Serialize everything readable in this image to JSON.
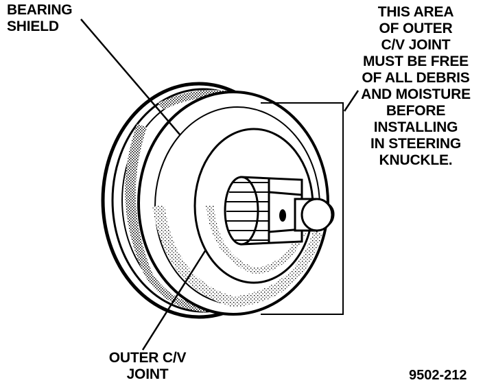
{
  "labels": {
    "bearing_shield": [
      "BEARING",
      "SHIELD"
    ],
    "note": [
      "THIS AREA",
      "OF OUTER",
      "C/V JOINT",
      "MUST BE FREE",
      "OF ALL DEBRIS",
      "AND MOISTURE",
      "BEFORE",
      "INSTALLING",
      "IN STEERING",
      "KNUCKLE."
    ],
    "outer_cv_joint": [
      "OUTER C/V",
      "JOINT"
    ]
  },
  "figure_id": "9502-212",
  "colors": {
    "ink": "#000000",
    "paper": "#ffffff"
  }
}
